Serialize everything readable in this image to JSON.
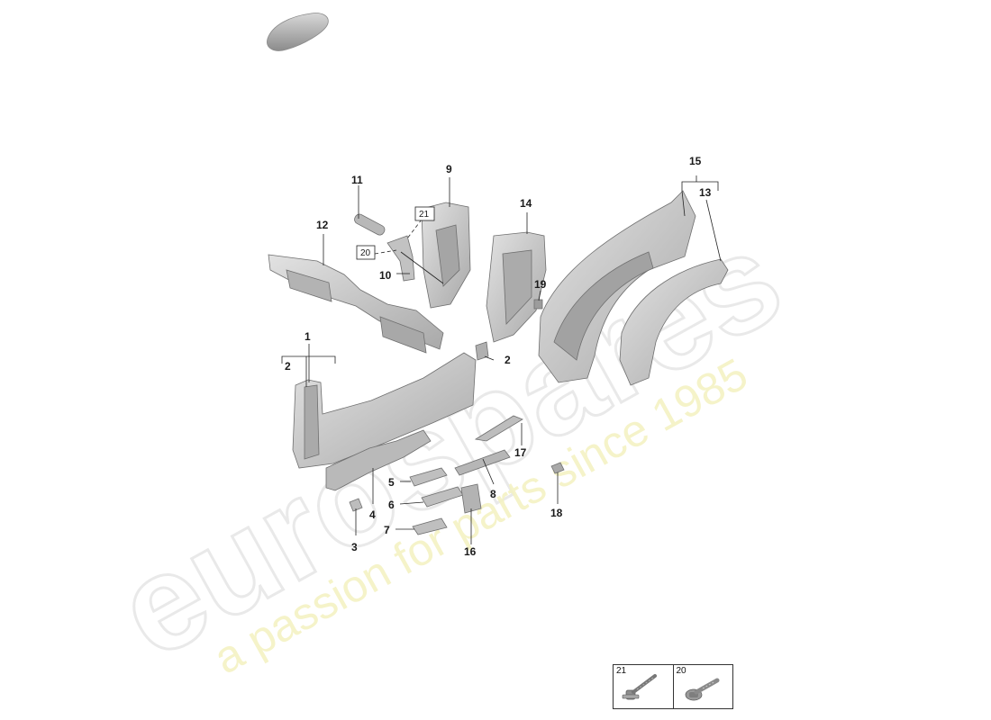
{
  "callouts": {
    "c1": "1",
    "c2a": "2",
    "c2b": "2",
    "c3": "3",
    "c4": "4",
    "c5": "5",
    "c6": "6",
    "c7": "7",
    "c8": "8",
    "c9": "9",
    "c10": "10",
    "c11": "11",
    "c12": "12",
    "c13": "13",
    "c14": "14",
    "c15": "15",
    "c16": "16",
    "c17": "17",
    "c18": "18",
    "c19": "19",
    "c20": "20",
    "c21": "21"
  },
  "legend": {
    "left_number": "21",
    "right_number": "20"
  },
  "watermark": {
    "brand": "eurospares",
    "tagline": "a passion for parts since 1985"
  },
  "colors": {
    "part_fill": "#cfcfcf",
    "part_dark": "#9a9a9a",
    "watermark": "#ececec",
    "watermark_tagline": "#f3f1b4"
  }
}
